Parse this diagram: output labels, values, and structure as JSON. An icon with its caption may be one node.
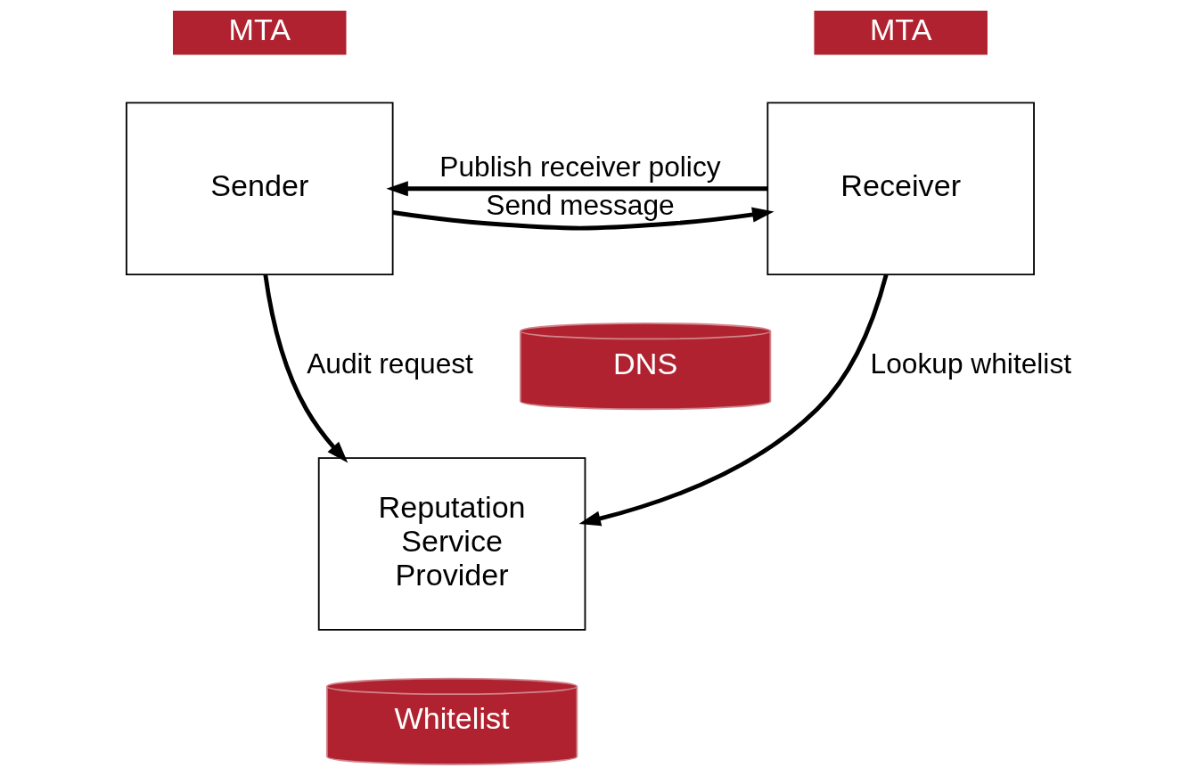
{
  "diagram": {
    "nodes": [
      {
        "text": [
          "MTA"
        ]
      },
      {
        "text": [
          "MTA"
        ]
      },
      {
        "text": [
          "Sender"
        ]
      },
      {
        "text": [
          "Receiver"
        ]
      },
      {
        "text": [
          "DNS"
        ]
      },
      {
        "text": [
          "Reputation Service Provider"
        ]
      },
      {
        "text": [
          "Whitelist"
        ]
      }
    ],
    "edges": [
      {
        "from": 2,
        "to": 3,
        "arrow": "to",
        "label": "Send message"
      },
      {
        "from": 3,
        "to": 2,
        "arrow": "to",
        "label": "Publish receiver policy"
      },
      {
        "from": 2,
        "to": 5,
        "arrow": "to",
        "label": "Audit request"
      },
      {
        "from": 3,
        "to": 5,
        "arrow": "to",
        "label": "Lookup whitelist"
      }
    ]
  }
}
